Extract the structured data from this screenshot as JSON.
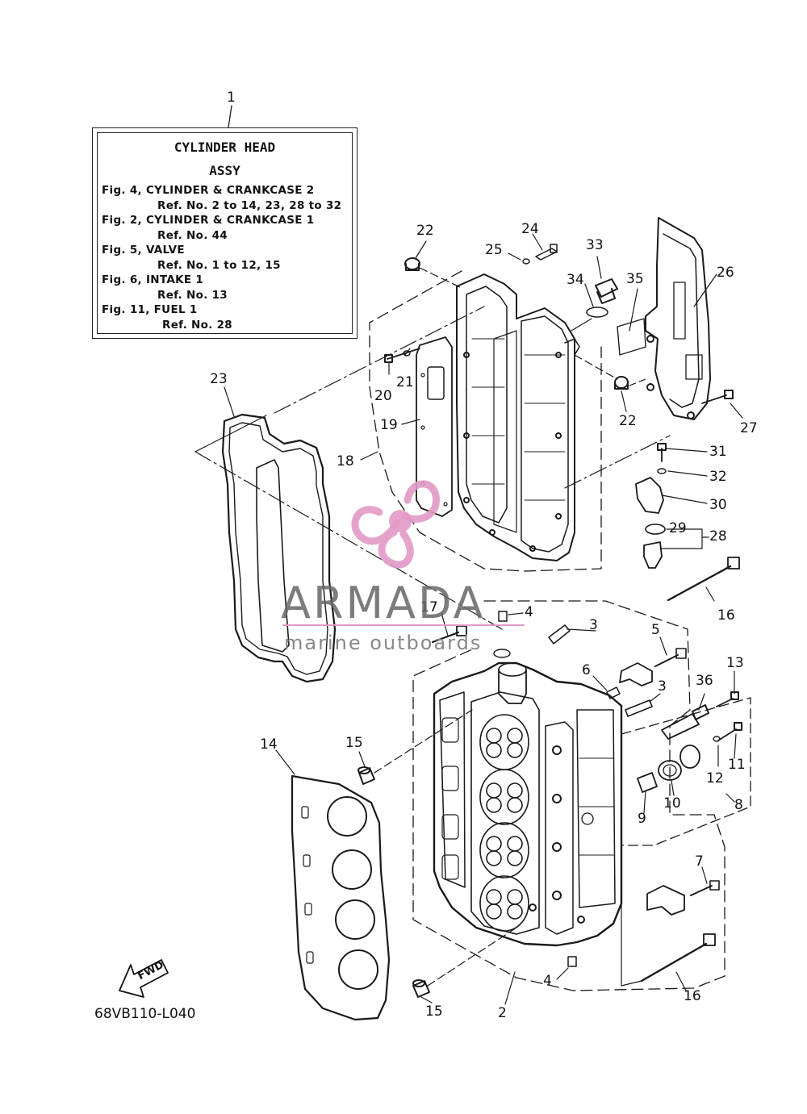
{
  "legend": {
    "title_line1": "CYLINDER  HEAD",
    "title_line2": "ASSY",
    "lines": [
      "Fig. 4, CYLINDER & CRANKCASE 2",
      "Ref. No. 2 to 14, 23, 28 to 32",
      "Fig. 2, CYLINDER & CRANKCASE 1",
      "Ref. No. 44",
      "Fig. 5, VALVE",
      "Ref. No. 1 to 12, 15",
      "Fig. 6, INTAKE 1",
      "Ref. No. 13",
      "Fig. 11, FUEL 1",
      "Ref. No. 28"
    ]
  },
  "callouts": [
    "1",
    "22",
    "24",
    "25",
    "33",
    "34",
    "35",
    "26",
    "23",
    "20",
    "21",
    "22",
    "27",
    "19",
    "18",
    "31",
    "32",
    "30",
    "29",
    "28",
    "16",
    "17",
    "4",
    "3",
    "5",
    "6",
    "3",
    "13",
    "36",
    "14",
    "15",
    "12",
    "11",
    "10",
    "9",
    "8",
    "7",
    "4",
    "16",
    "15",
    "2"
  ],
  "watermark": {
    "name": "ARMADA",
    "subtitle": "marine outboards",
    "accent_color": "#e39ac6"
  },
  "fwd_label": "FWD",
  "drawing_code": "68VB110-L040"
}
